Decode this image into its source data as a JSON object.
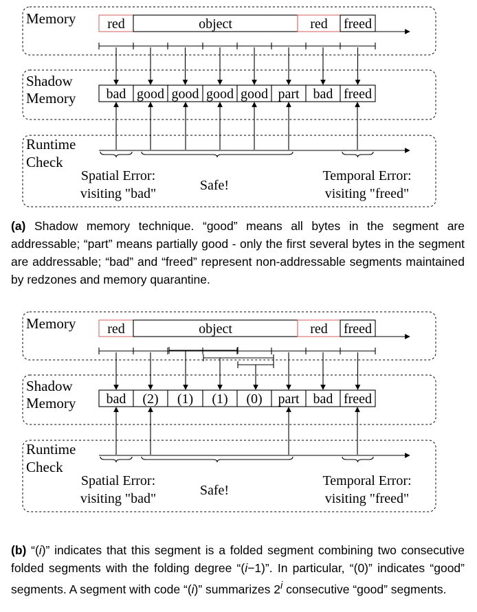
{
  "figure_a": {
    "memory_label_lines": [
      "Memory"
    ],
    "shadow_label_lines": [
      "Shadow",
      "Memory"
    ],
    "runtime_label_lines": [
      "Runtime",
      "Check"
    ],
    "memory_segments": [
      "red",
      "object",
      "red",
      "freed"
    ],
    "shadow_cells": [
      "bad",
      "good",
      "good",
      "good",
      "good",
      "part",
      "bad",
      "freed"
    ],
    "spatial_error_lines": [
      "Spatial Error:",
      "visiting \"bad\""
    ],
    "safe_label": "Safe!",
    "temporal_error_lines": [
      "Temporal Error:",
      "visiting \"freed\""
    ],
    "caption_tag": "(a)",
    "caption_text": "Shadow memory technique. “good” means all bytes in the segment are addressable; “part” means partially good - only the first several bytes in the segment are addressable; “bad” and “freed” represent non-addressable segments maintained by redzones and memory quarantine."
  },
  "figure_b": {
    "memory_label_lines": [
      "Memory"
    ],
    "shadow_label_lines": [
      "Shadow",
      "Memory"
    ],
    "runtime_label_lines": [
      "Runtime",
      "Check"
    ],
    "memory_segments": [
      "red",
      "object",
      "red",
      "freed"
    ],
    "shadow_cells": [
      "bad",
      "(2)",
      "(1)",
      "(1)",
      "(0)",
      "part",
      "bad",
      "freed"
    ],
    "spatial_error_lines": [
      "Spatial Error:",
      "visiting \"bad\""
    ],
    "safe_label": "Safe!",
    "temporal_error_lines": [
      "Temporal Error:",
      "visiting \"freed\""
    ],
    "caption_tag": "(b)",
    "caption_text": "“(i)” indicates that this segment is a folded segment combining two consecutive folded segments with the folding degree “(i−1)”. In particular, “(0)” indicates “good” segments. A segment with code “(i)” summarizes 2^i consecutive “good” segments."
  },
  "colors": {
    "redzone_border": "#d86a6a",
    "line": "#000000",
    "dashed_box": "#000000"
  }
}
